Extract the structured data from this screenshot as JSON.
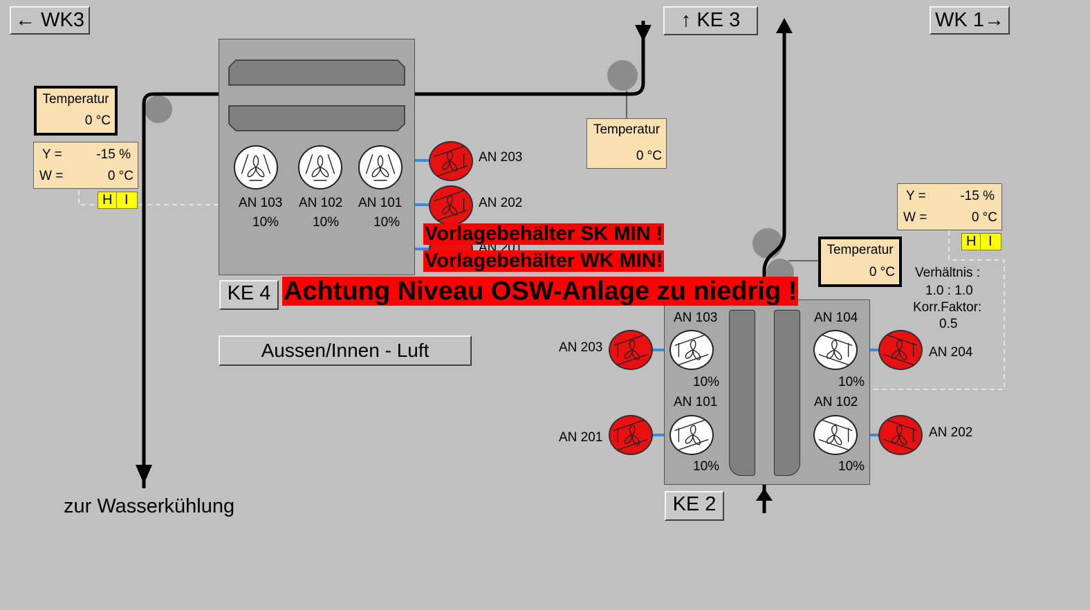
{
  "nav": {
    "wk3": "← WK3",
    "ke3": "↑ KE 3",
    "wk1": "WK 1→"
  },
  "units": {
    "ke4": "KE 4",
    "ke2": "KE 2",
    "aussen_innen": "Aussen/Innen - Luft"
  },
  "left_controller": {
    "temp_label": "Temperatur",
    "temp_value": "0 °C",
    "y_label": "Y =",
    "y_value": "-15 %",
    "w_label": "W =",
    "w_value": "0 °C",
    "h": "H",
    "i": "I"
  },
  "mid_temp": {
    "label": "Temperatur",
    "value": "0 °C"
  },
  "right_controller": {
    "temp_label": "Temperatur",
    "temp_value": "0 °C",
    "y_label": "Y =",
    "y_value": "-15 %",
    "w_label": "W =",
    "w_value": "0 °C",
    "h": "H",
    "i": "I",
    "ratio_label": "Verhältnis :",
    "ratio_value": "1.0 : 1.0",
    "corr_label": "Korr.Faktor:",
    "corr_value": "0.5"
  },
  "ke4_fans": [
    {
      "name": "AN 103",
      "pct": "10%"
    },
    {
      "name": "AN 102",
      "pct": "10%"
    },
    {
      "name": "AN 101",
      "pct": "10%"
    }
  ],
  "ke4_pumps": [
    {
      "name": "AN 203"
    },
    {
      "name": "AN 202"
    },
    {
      "name": "AN 201"
    }
  ],
  "ke2_fans": [
    {
      "name": "AN 103",
      "pct": "10%"
    },
    {
      "name": "AN 104",
      "pct": "10%"
    },
    {
      "name": "AN 101",
      "pct": "10%"
    },
    {
      "name": "AN 102",
      "pct": "10%"
    }
  ],
  "ke2_pumps": [
    {
      "name": "AN 203"
    },
    {
      "name": "AN 204"
    },
    {
      "name": "AN 201"
    },
    {
      "name": "AN 202"
    }
  ],
  "bottom_label": "zur Wasserkühlung",
  "alarms": {
    "sk_min": "Vorlagebehälter SK MIN !",
    "wk_min": "Vorlagebehälter WK MIN!",
    "niveau": "Achtung Niveau OSW-Anlage zu niedrig !"
  },
  "colors": {
    "background": "#c0c0c0",
    "alarm": "#ff0000",
    "pump_running": "#e81010",
    "box": "#f8e0b0",
    "hi_indicator": "#ffff00",
    "pipe_link": "#3a8ad8"
  }
}
